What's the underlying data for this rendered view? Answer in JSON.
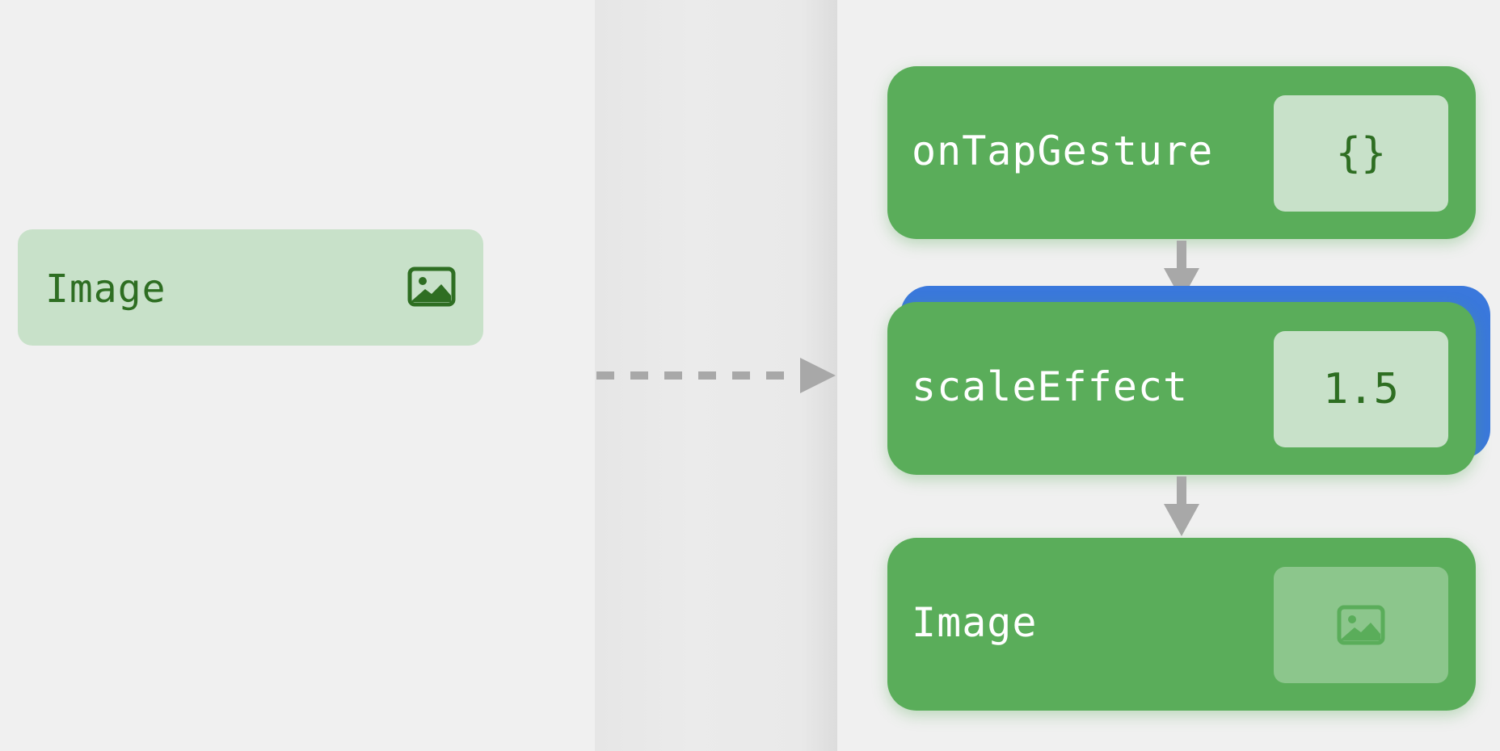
{
  "source": {
    "label": "Image",
    "icon": "photo-icon"
  },
  "modifiers": [
    {
      "label": "onTapGesture",
      "value": "{}",
      "selected": false
    },
    {
      "label": "scaleEffect",
      "value": "1.5",
      "selected": true
    },
    {
      "label": "Image",
      "value_icon": "photo-icon",
      "selected": false
    }
  ],
  "colors": {
    "node_green": "#5aad5a",
    "light_green": "#c8e1c9",
    "dark_green_text": "#2e6e22",
    "selection_blue": "#3a78dc",
    "arrow_gray": "#a8a8a8"
  }
}
